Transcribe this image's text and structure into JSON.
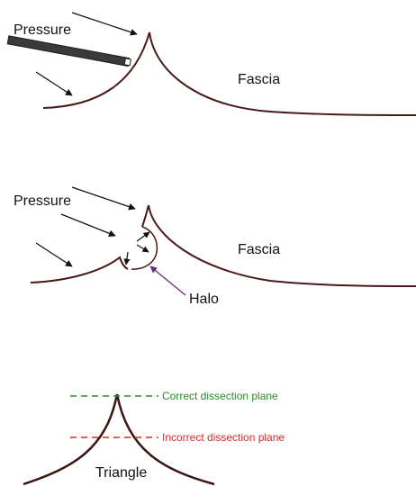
{
  "panel_top": {
    "pressure_label": "Pressure",
    "fascia_label": "Fascia"
  },
  "panel_middle": {
    "pressure_label": "Pressure",
    "fascia_label": "Fascia",
    "halo_label": "Halo"
  },
  "panel_bottom": {
    "correct_plane_label": "Correct dissection plane",
    "incorrect_plane_label": "Incorrect dissection plane",
    "triangle_label": "Triangle"
  },
  "colors": {
    "fascia_line": "#4a1a17",
    "arrow": "#111111",
    "instrument": "#3a3a3a",
    "halo_arrow": "#6b2a7d",
    "correct_plane": "#2a8a2a",
    "incorrect_plane": "#e02828",
    "text": "#111111"
  }
}
